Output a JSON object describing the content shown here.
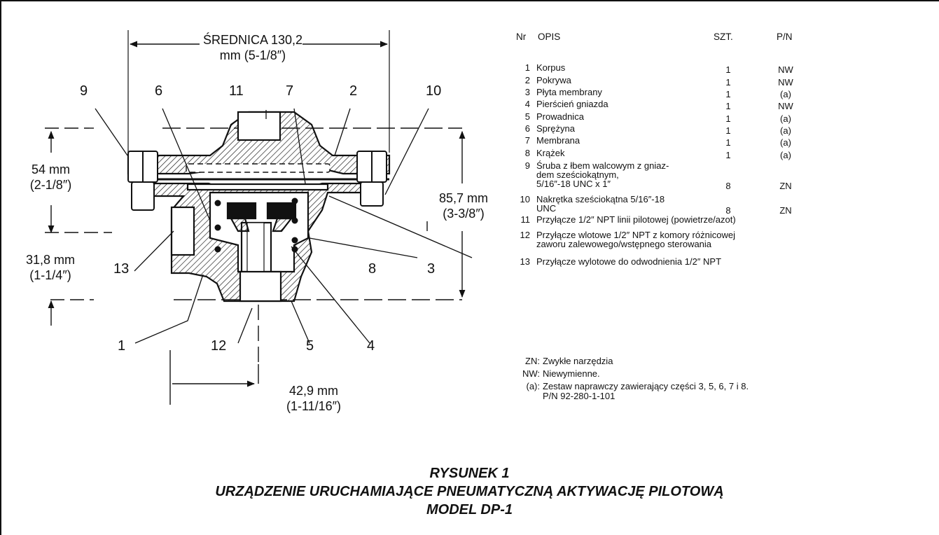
{
  "callouts": {
    "n1": "1",
    "n2": "2",
    "n3": "3",
    "n4": "4",
    "n5": "5",
    "n6": "6",
    "n7": "7",
    "n8": "8",
    "n9": "9",
    "n10": "10",
    "n11": "11",
    "n12": "12",
    "n13": "13"
  },
  "dimensions": {
    "diameter_line1": "ŚREDNICA 130,2",
    "diameter_line2": "mm (5-1/8″)",
    "left_upper_line1": "54 mm",
    "left_upper_line2": "(2-1/8″)",
    "left_lower_line1": "31,8 mm",
    "left_lower_line2": "(1-1/4″)",
    "right_line1": "85,7 mm",
    "right_line2": "(3-3/8″)",
    "bottom_line1": "42,9 mm",
    "bottom_line2": "(1-11/16″)"
  },
  "parts_table": {
    "headers": {
      "nr": "Nr",
      "desc": "OPIS",
      "qty": "SZT.",
      "pn": "P/N"
    },
    "rows": [
      {
        "nr": "1",
        "desc": [
          "Korpus"
        ],
        "qty": "1",
        "pn": "NW"
      },
      {
        "nr": "2",
        "desc": [
          "Pokrywa"
        ],
        "qty": "1",
        "pn": "NW"
      },
      {
        "nr": "3",
        "desc": [
          "Płyta membrany"
        ],
        "qty": "1",
        "pn": "(a)"
      },
      {
        "nr": "4",
        "desc": [
          "Pierścień gniazda"
        ],
        "qty": "1",
        "pn": "NW"
      },
      {
        "nr": "5",
        "desc": [
          "Prowadnica"
        ],
        "qty": "1",
        "pn": "(a)"
      },
      {
        "nr": "6",
        "desc": [
          "Sprężyna"
        ],
        "qty": "1",
        "pn": "(a)"
      },
      {
        "nr": "7",
        "desc": [
          "Membrana"
        ],
        "qty": "1",
        "pn": "(a)"
      },
      {
        "nr": "8",
        "desc": [
          "Krążek"
        ],
        "qty": "1",
        "pn": "(a)"
      },
      {
        "nr": "9",
        "desc": [
          "Śruba z łbem walcowym z gniaz-",
          "dem sześciokątnym,",
          "5/16″-18 UNC x 1″"
        ],
        "qty": "8",
        "pn": "ZN"
      },
      {
        "nr": "10",
        "desc": [
          "Nakrętka sześciokątna 5/16″-18",
          "UNC"
        ],
        "qty": "8",
        "pn": "ZN"
      },
      {
        "nr": "11",
        "desc": [
          "Przyłącze 1/2″ NPT linii pilotowej (powietrze/azot)"
        ],
        "qty": "",
        "pn": ""
      },
      {
        "nr": "12",
        "desc": [
          "Przyłącze wlotowe 1/2″ NPT z komory różnicowej",
          "zaworu zalewowego/wstępnego sterowania"
        ],
        "qty": "",
        "pn": ""
      },
      {
        "nr": "13",
        "desc": [
          "Przyłącze wylotowe do odwodnienia 1/2″ NPT"
        ],
        "qty": "",
        "pn": ""
      }
    ]
  },
  "notes": [
    {
      "key": "ZN:",
      "lines": [
        "Zwykłe narzędzia"
      ]
    },
    {
      "key": "NW:",
      "lines": [
        "Niewymienne."
      ]
    },
    {
      "key": "(a):",
      "lines": [
        "Zestaw naprawczy zawierający części 3, 5, 6, 7 i 8.",
        "P/N 92-280-1-101"
      ]
    }
  ],
  "caption": {
    "line1": "RYSUNEK 1",
    "line2": "URZĄDZENIE URUCHAMIAJĄCE PNEUMATYCZNĄ AKTYWACJĘ PILOTOWĄ",
    "line3": "MODEL DP-1"
  }
}
